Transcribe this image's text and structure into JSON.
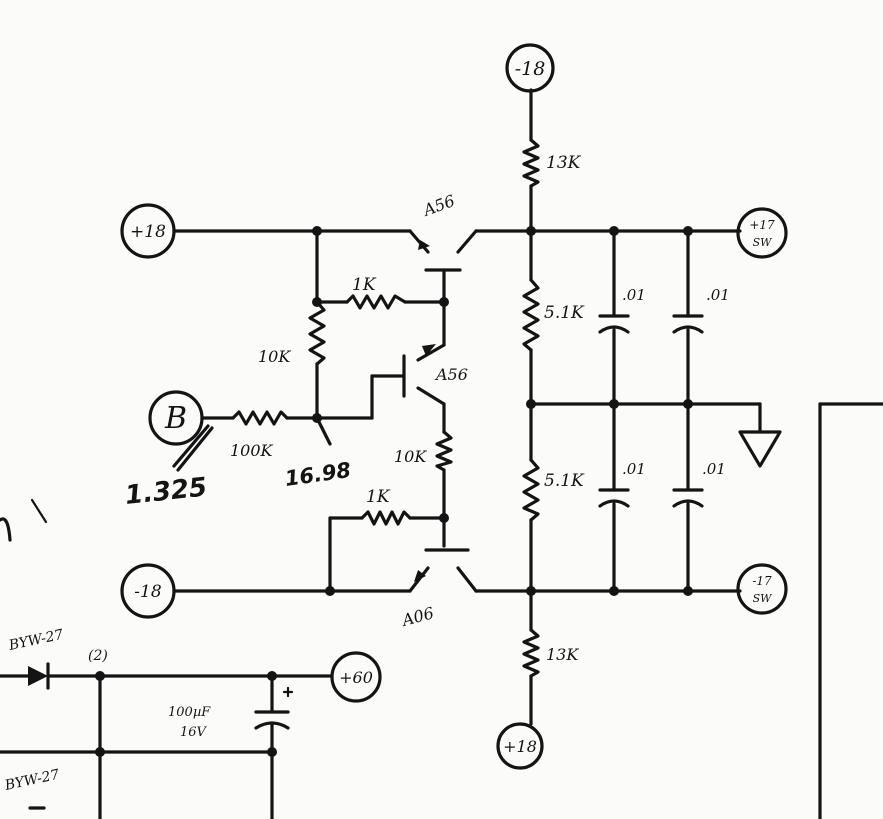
{
  "terminals": {
    "top_neg18": "-18",
    "left_pos18": "+18",
    "left_neg18": "-18",
    "bottom_pos18": "+18",
    "out_pos17": "+17",
    "out_pos17_sw": "SW",
    "out_neg17": "-17",
    "out_neg17_sw": "SW",
    "input_b": "B",
    "plus60": "+60"
  },
  "resistors": {
    "r_top_13k": "13K",
    "r_bottom_13k": "13K",
    "r_div_upper": "5.1K",
    "r_div_lower": "5.1K",
    "r_1k_upper": "1K",
    "r_1k_lower": "1K",
    "r_10k_left": "10K",
    "r_10k_mid": "10K",
    "r_100k": "100K"
  },
  "capacitors": {
    "c1": ".01",
    "c2": ".01",
    "c3": ".01",
    "c4": ".01",
    "c_bulk_value": "100µF",
    "c_bulk_voltage": "16V"
  },
  "transistors": {
    "q_upper": "A56",
    "q_mid": "A56",
    "q_lower": "A06"
  },
  "diodes": {
    "d1": "BYW-27",
    "d1_note": "(2)",
    "d2": "BYW-27"
  },
  "annotations": {
    "voltage_b": "1.325",
    "voltage_node": "16.98"
  }
}
